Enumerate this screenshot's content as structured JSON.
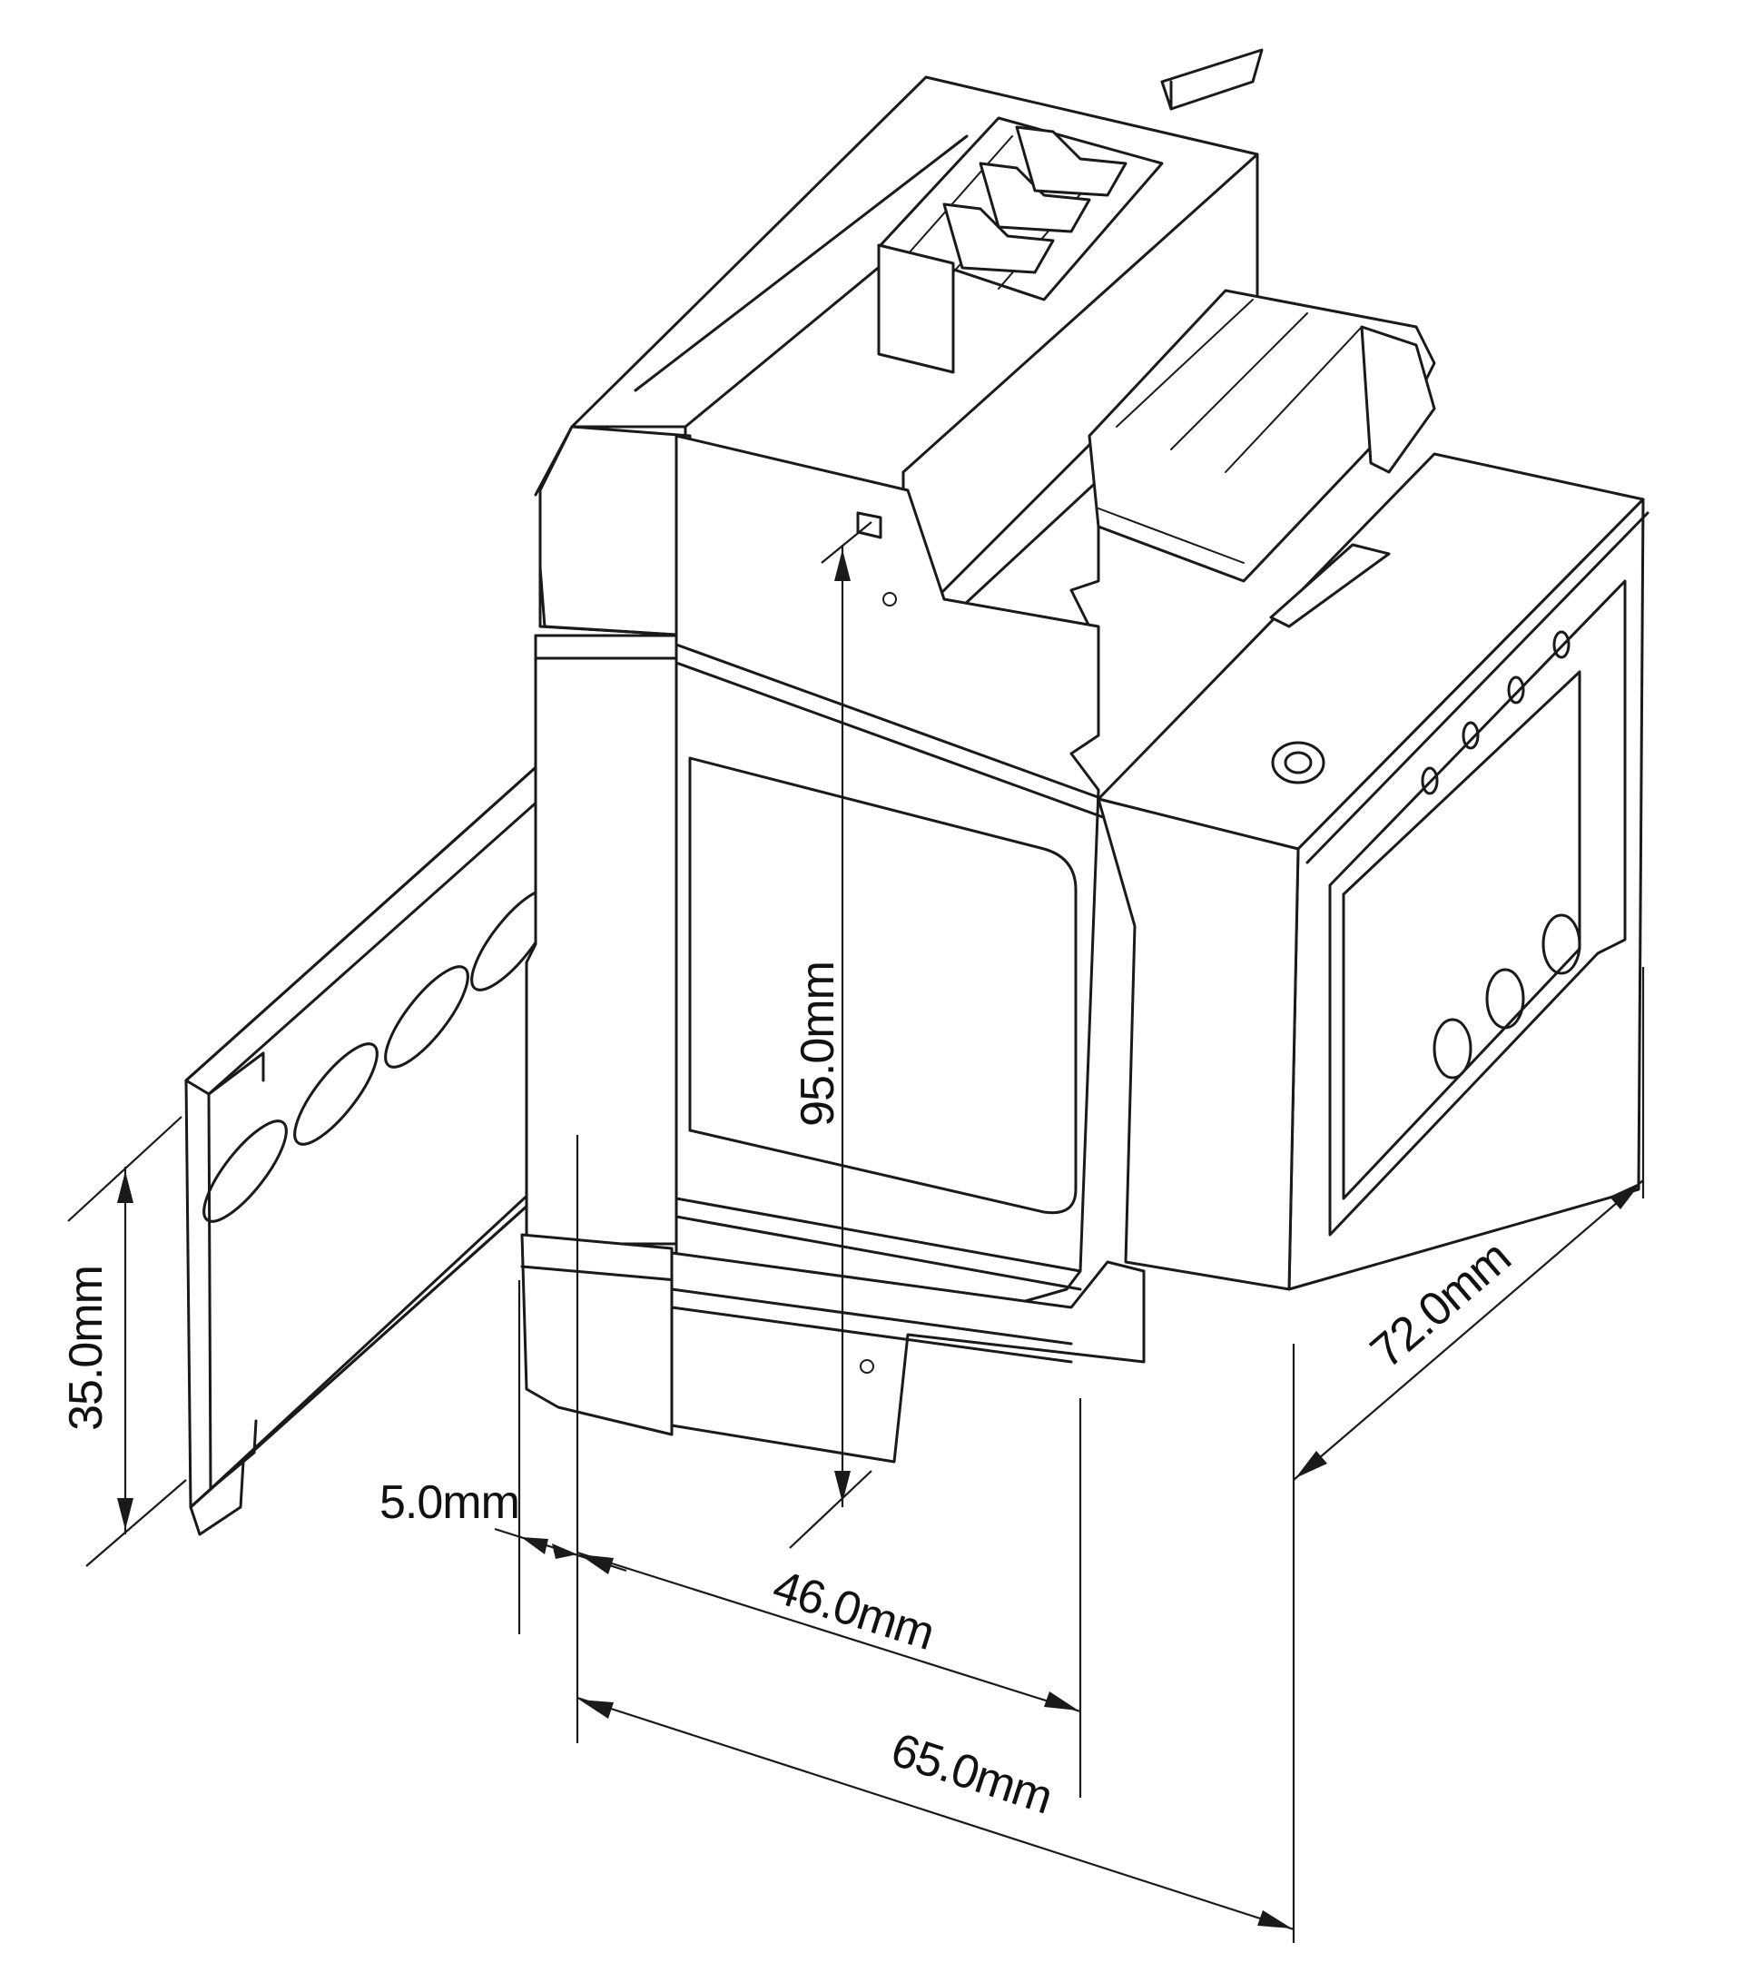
{
  "diagram": {
    "dimensions": {
      "height": "95.0mm",
      "rail_height": "35.0mm",
      "offset": "5.0mm",
      "rail_depth": "46.0mm",
      "depth": "65.0mm",
      "width": "72.0mm"
    }
  }
}
